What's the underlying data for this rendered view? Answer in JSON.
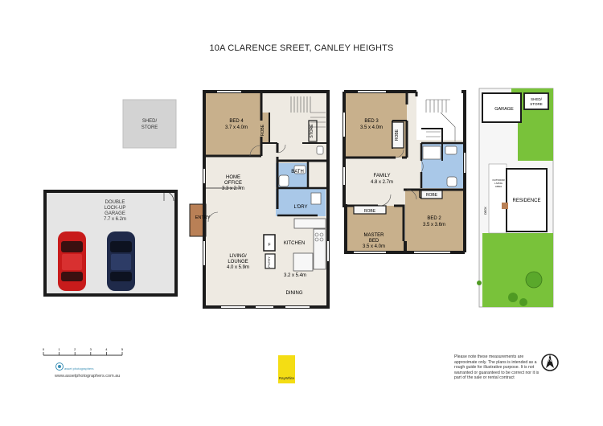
{
  "title": "10A CLARENCE SREET, CANLEY HEIGHTS",
  "labels": {
    "shed_store": [
      "SHED/",
      "STORE"
    ],
    "garage": [
      "DOUBLE",
      "LOCK-UP",
      "GARAGE",
      "7.7 x 6.2m"
    ],
    "bed4": [
      "BED 4",
      "3.7 x 4.0m"
    ],
    "robe": "ROBE",
    "store": "STORE",
    "home_office": [
      "HOME",
      "OFFICE",
      "3.3 x 2.7m"
    ],
    "bath": "BATH",
    "ldry": "L'DRY",
    "entry": "ENTRY",
    "kitchen": "KITCHEN",
    "living": [
      "LIVING/",
      "LOUNGE",
      "4.0 x 5.9m"
    ],
    "f": "F",
    "pntry": "PNTRY",
    "kitchen_dim": "3.2 x 5.4m",
    "dining": "DINING",
    "bed3": [
      "BED 3",
      "3.5 x 4.0m"
    ],
    "family": [
      "FAMILY",
      "4.8 x 2.7m"
    ],
    "master": [
      "MASTER",
      "BED",
      "3.5 x 4.0m"
    ],
    "bed2": [
      "BED 2",
      "3.5 x 3.6m"
    ],
    "site_garage": "GARAGE",
    "site_shed": [
      "SHED/",
      "STORE"
    ],
    "residence": "RESIDENCE",
    "outdoor_living": [
      "OUTDOOR",
      "LIVING",
      "AREA"
    ],
    "deck": "DECK"
  },
  "scale_ticks": [
    "0",
    "1",
    "2",
    "3",
    "4",
    "5"
  ],
  "logo_text": "asset photographers",
  "website": "www.assetphotographers.com.au",
  "agency": "RayWhite",
  "disclaimer": "Please note these measurements are approximate only. The plans is intended as a rough guide for illustrative purpose. It is not warranted or guaranteed to be correct nor it is part of the sale or rental contract",
  "north": "N",
  "colors": {
    "wall": "#1b1b1b",
    "floor_tan": "#c8b08c",
    "floor_light": "#eeeae2",
    "wet_blue": "#a9c8e8",
    "entry": "#b98056",
    "shed": "#d3d3d3",
    "garage": "#e5e5e5",
    "lawn": "#79c23a",
    "raywhite": "#f4dd14"
  }
}
